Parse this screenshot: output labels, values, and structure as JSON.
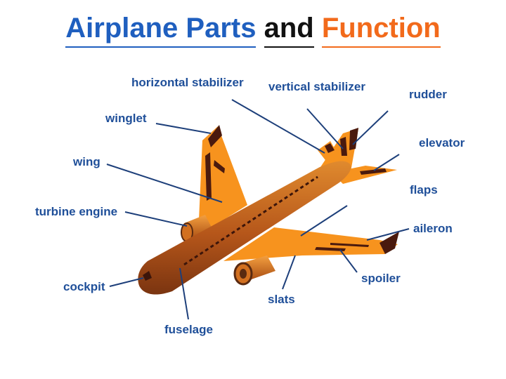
{
  "title": {
    "part1": "Airplane Parts",
    "part2": "and",
    "part3": "Function",
    "colors": {
      "blue": "#1f5fbf",
      "black": "#111111",
      "orange": "#f26a1b"
    }
  },
  "labels": {
    "horizontal_stabilizer": "horizontal stabilizer",
    "vertical_stabilizer": "vertical stabilizer",
    "rudder": "rudder",
    "winglet": "winglet",
    "elevator": "elevator",
    "wing": "wing",
    "flaps": "flaps",
    "turbine_engine": "turbine engine",
    "aileron": "aileron",
    "spoiler": "spoiler",
    "cockpit": "cockpit",
    "slats": "slats",
    "fuselage": "fuselage"
  },
  "colors": {
    "label": "#1f4f99",
    "body_orange": "#c8661c",
    "wing_orange": "#f7931e",
    "dark_accent": "#4a1a0e",
    "leader_line": "#1d3f7a"
  }
}
